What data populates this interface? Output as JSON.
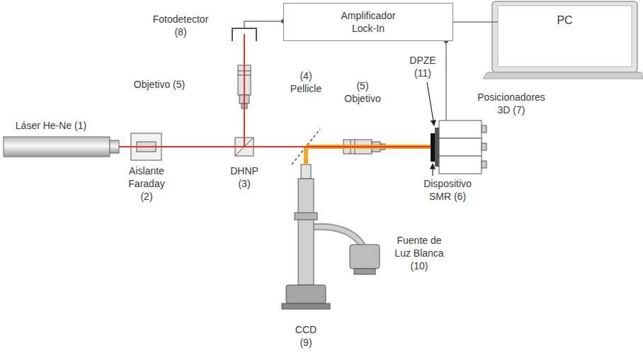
{
  "diagram": {
    "nodes": [
      {
        "text": [
          "Amplificador Lock-In"
        ]
      },
      {
        "text": [
          "PC"
        ]
      }
    ],
    "edges": [
      {
        "from": 0,
        "to": 1,
        "arrow": "none"
      }
    ],
    "labels": [
      "Fotodetector (8)",
      "Objetivo (5)",
      "Láser He-Ne (1)",
      "Aislante Faraday (2)",
      "DHNP (3)",
      "(4) Pellicle",
      "(5) Objetivo",
      "DPZE (11)",
      "Posicionadores 3D (7)",
      "Dispositivo SMR (6)",
      "CCD (9)",
      "Fuente de Luz Blanca (10)"
    ]
  }
}
